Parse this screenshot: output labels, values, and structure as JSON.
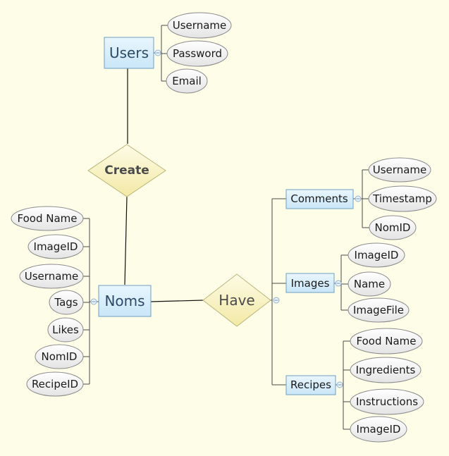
{
  "users": {
    "label": "Users",
    "attributes": [
      "Username",
      "Password",
      "Email"
    ]
  },
  "create": {
    "label": "Create"
  },
  "noms": {
    "label": "Noms",
    "attributes": [
      "Food Name",
      "ImageID",
      "Username",
      "Tags",
      "Likes",
      "NomID",
      "RecipeID"
    ]
  },
  "have": {
    "label": "Have"
  },
  "comments": {
    "label": "Comments",
    "attributes": [
      "Username",
      "Timestamp",
      "NomID"
    ]
  },
  "images": {
    "label": "Images",
    "attributes": [
      "ImageID",
      "Name",
      "ImageFile"
    ]
  },
  "recipes": {
    "label": "Recipes",
    "attributes": [
      "Food Name",
      "Ingredients",
      "Instructions",
      "ImageID"
    ]
  },
  "colors": {
    "background": "#fefde8",
    "entity_fill": "#d8eefb",
    "relationship_fill": "#fbf5c8",
    "attribute_fill": "#f4f4f4"
  }
}
